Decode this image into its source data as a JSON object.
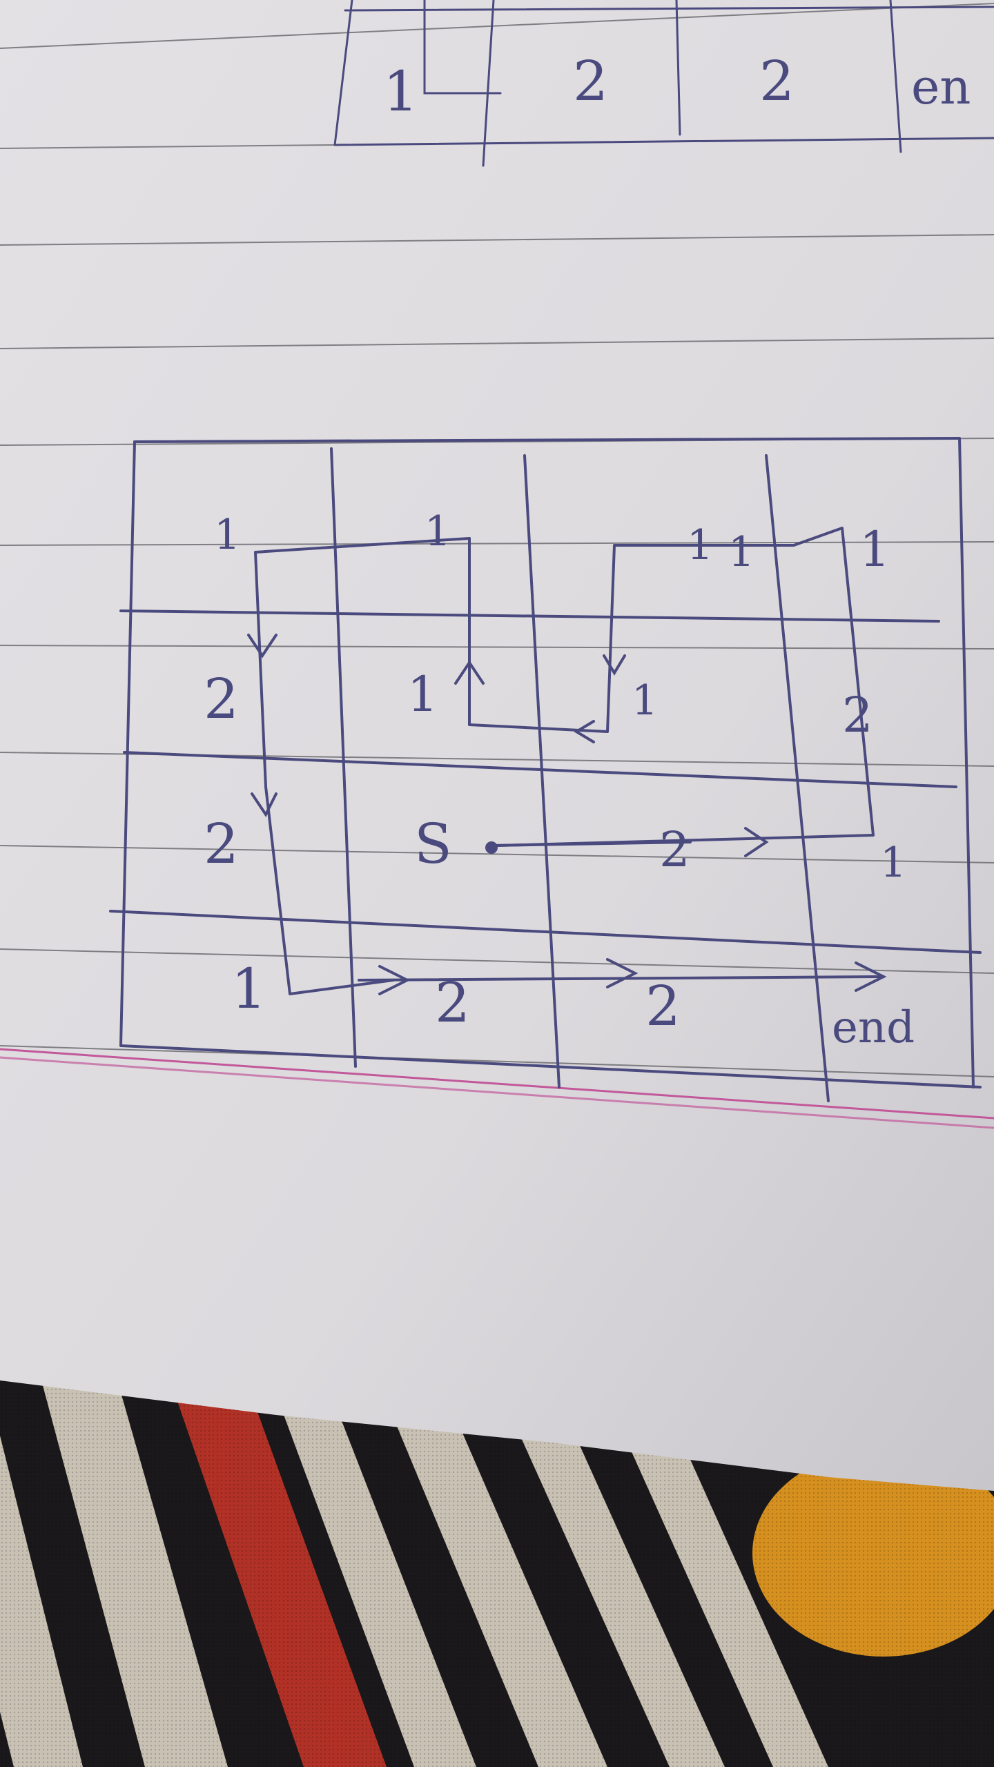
{
  "notebook": {
    "top_grid": {
      "cells": [
        "1",
        "2",
        "2",
        "en"
      ]
    },
    "path_diagram": {
      "start_label": "S",
      "end_label": "end",
      "step_labels": {
        "left_top": "1",
        "left_upper": "2",
        "left_lower": "2",
        "bottom_left": "1",
        "bottom_mid": "2",
        "bottom_right": "2",
        "loop_top": "1",
        "loop_left": "1",
        "right_loop_top": "1",
        "right_loop_top_mid": "1",
        "right_loop_down": "1",
        "right_top": "1",
        "right_side": "2",
        "right_bottom": "1",
        "start_path": "2"
      }
    }
  },
  "colors": {
    "paper": "#dedcdf",
    "paper_shade": "#c9c7cc",
    "ruled_line": "#5d5d63",
    "ink": "#4a4a7e",
    "margin_line": "#c2589a",
    "fabric_black": "#1a181b",
    "fabric_cream": "#c9c2b4",
    "fabric_red": "#b23126",
    "fabric_orange": "#d6901f"
  }
}
